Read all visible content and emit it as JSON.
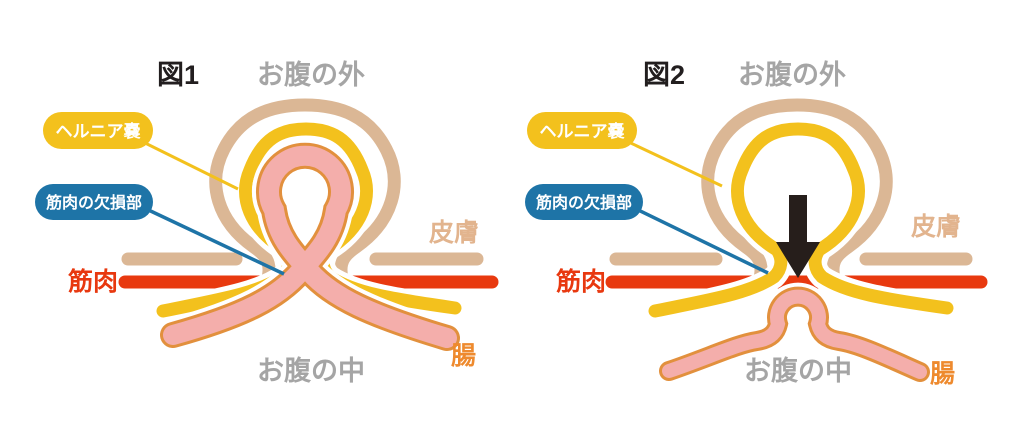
{
  "background": "#ffffff",
  "colors": {
    "skin": "#dbb795",
    "hernia_sac_yellow": "#f3c11d",
    "muscle_red": "#e8390f",
    "intestine_fill": "#f4aeab",
    "intestine_outline": "#e2903d",
    "callout_blue": "#1e74a7",
    "arrow_black": "#261e1b",
    "gray_text": "#a5a5a5",
    "skin_text": "#e2b48e",
    "intestine_text": "#ee8a2e"
  },
  "figures": [
    {
      "title": "図1",
      "outside_label": "お腹の外",
      "inside_label": "お腹の中",
      "skin_label": "皮膚",
      "muscle_label": "筋肉",
      "intestine_label": "腸",
      "hernia_sac_callout": "ヘルニア嚢",
      "muscle_defect_callout": "筋肉の欠損部"
    },
    {
      "title": "図2",
      "outside_label": "お腹の外",
      "inside_label": "お腹の中",
      "skin_label": "皮膚",
      "muscle_label": "筋肉",
      "intestine_label": "腸",
      "hernia_sac_callout": "ヘルニア嚢",
      "muscle_defect_callout": "筋肉の欠損部"
    }
  ]
}
